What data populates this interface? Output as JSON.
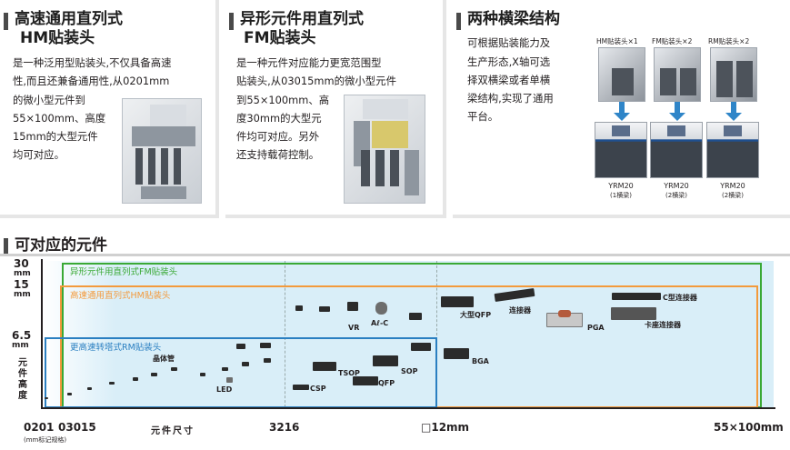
{
  "panels": {
    "hm": {
      "title_line1": "高速通用直列式",
      "title_line2": "HM贴装头",
      "desc": [
        "是一种泛用型贴装头,不仅具备高速",
        "性,而且还兼备通用性,从0201mm",
        "的微小型元件到",
        "55×100mm、高度",
        "15mm的大型元件",
        "均可对应。"
      ]
    },
    "fm": {
      "title_line1": "异形元件用直列式",
      "title_line2": "FM贴装头",
      "desc": [
        "是一种元件对应能力更宽范围型",
        "贴装头,从03015mm的微小型元件",
        "到55×100mm、高",
        "度30mm的大型元",
        "件均可对应。另外",
        "还支持载荷控制。"
      ]
    },
    "beam": {
      "title": "两种横梁结构",
      "desc": [
        "可根据贴装能力及",
        "生产形态,X轴可选",
        "择双横梁或者单横",
        "梁结构,实现了通用",
        "平台。"
      ],
      "heads": [
        "HM贴装头×1",
        "FM贴装头×2",
        "RM贴装头×2"
      ],
      "machines": [
        {
          "name": "YRM20",
          "beam": "(1横梁)"
        },
        {
          "name": "YRM20",
          "beam": "(2横梁)"
        },
        {
          "name": "YRM20",
          "beam": "(2横梁)"
        }
      ]
    }
  },
  "chart": {
    "section_title": "可对应的元件",
    "y_axis": {
      "title": "元件高度",
      "ticks": [
        {
          "value": "30",
          "unit": "mm"
        },
        {
          "value": "15",
          "unit": "mm"
        },
        {
          "value": "6.5",
          "unit": "mm"
        }
      ]
    },
    "x_axis": {
      "title": "元件尺寸",
      "ticks": [
        "0201",
        "03015",
        "3216",
        "□12mm",
        "55×100mm"
      ],
      "note": "(mm标记规格)"
    },
    "regions": [
      {
        "label": "异形元件用直列式FM贴装头",
        "color": "#3aa935"
      },
      {
        "label": "高速通用直列式HM贴装头",
        "color": "#f39a3c"
      },
      {
        "label": "更高速转塔式RM贴装头",
        "color": "#2a7fc1"
      }
    ],
    "components": [
      "晶体管",
      "LED",
      "VR",
      "Aℓ-C",
      "CSP",
      "TSOP",
      "QFP",
      "SOP",
      "BGA",
      "大型QFP",
      "连接器",
      "PGA",
      "C型连接器",
      "卡座连接器"
    ]
  },
  "colors": {
    "fm": "#3aa935",
    "hm": "#f39a3c",
    "rm": "#2a7fc1",
    "arrow": "#2f85c8",
    "chart_bg": "#d9eef8"
  }
}
